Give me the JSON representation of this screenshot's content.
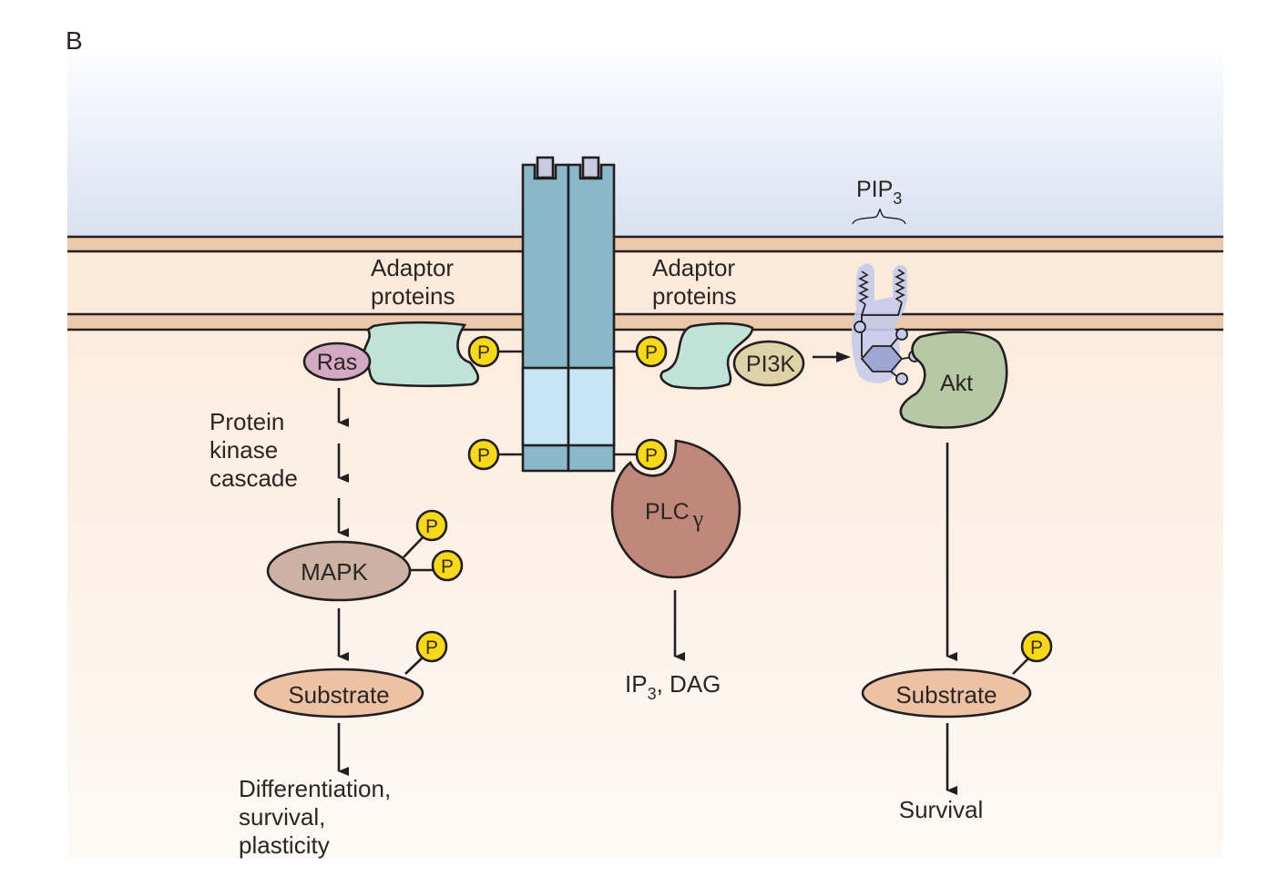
{
  "panel_label": "B",
  "colors": {
    "extracellular_top": "#fbfcff",
    "extracellular_bottom": "#d9e1f0",
    "membrane_band": "#ecc8ab",
    "membrane_core": "#fbe9da",
    "cytoplasm_top": "#fcecde",
    "cytoplasm_bottom": "#fdf9f5",
    "receptor_dark": "#8ab7ca",
    "receptor_light": "#c6e6f6",
    "receptor_cap": "#c9cbe2",
    "adaptor": "#bfe3d6",
    "ras": "#d4a9c3",
    "pi3k": "#ddd2a8",
    "pip3_halo": "#c5cbea",
    "akt": "#b6c9a6",
    "plc": "#c0887a",
    "mapk": "#cbb2a2",
    "substrate": "#edc2a4",
    "phosphate": "#f7d81c"
  },
  "labels": {
    "adaptor_left_line1": "Adaptor",
    "adaptor_left_line2": "proteins",
    "adaptor_right_line1": "Adaptor",
    "adaptor_right_line2": "proteins",
    "pip3_main": "PIP",
    "pip3_sub": "3",
    "ras": "Ras",
    "pi3k": "PI3K",
    "akt": "Akt",
    "plc_main": "PLC",
    "plc_greek": "γ",
    "cascade_line1": "Protein",
    "cascade_line2": "kinase",
    "cascade_line3": "cascade",
    "mapk": "MAPK",
    "substrate_left": "Substrate",
    "substrate_right": "Substrate",
    "ip3_main": "IP",
    "ip3_sub": "3",
    "ip3_rest": ", DAG",
    "outcome_left_line1": "Differentiation,",
    "outcome_left_line2": "survival,",
    "outcome_left_line3": "plasticity",
    "outcome_right": "Survival",
    "phosphate": "P"
  }
}
